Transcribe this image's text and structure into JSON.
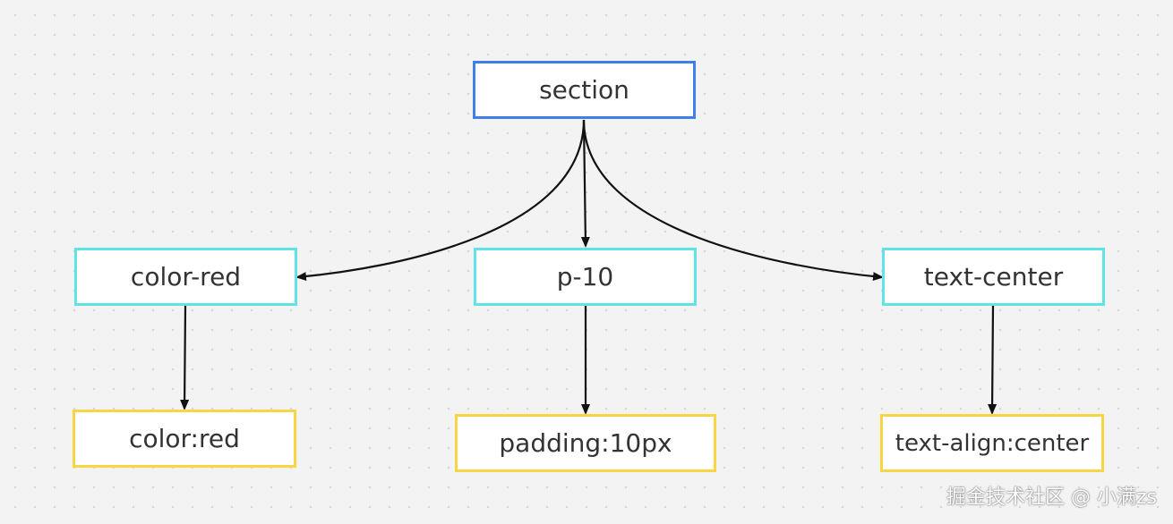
{
  "diagram": {
    "root": {
      "label": "section"
    },
    "utilities": [
      {
        "label": "color-red",
        "declaration": "color:red"
      },
      {
        "label": "p-10",
        "declaration": "padding:10px"
      },
      {
        "label": "text-center",
        "declaration": "text-align:center"
      }
    ],
    "colors": {
      "root_border": "#3f7fe8",
      "utility_border": "#5fe3e6",
      "declaration_border": "#f7d544",
      "edge": "#111111"
    }
  },
  "watermark": "掘金技术社区 @ 小满zs"
}
